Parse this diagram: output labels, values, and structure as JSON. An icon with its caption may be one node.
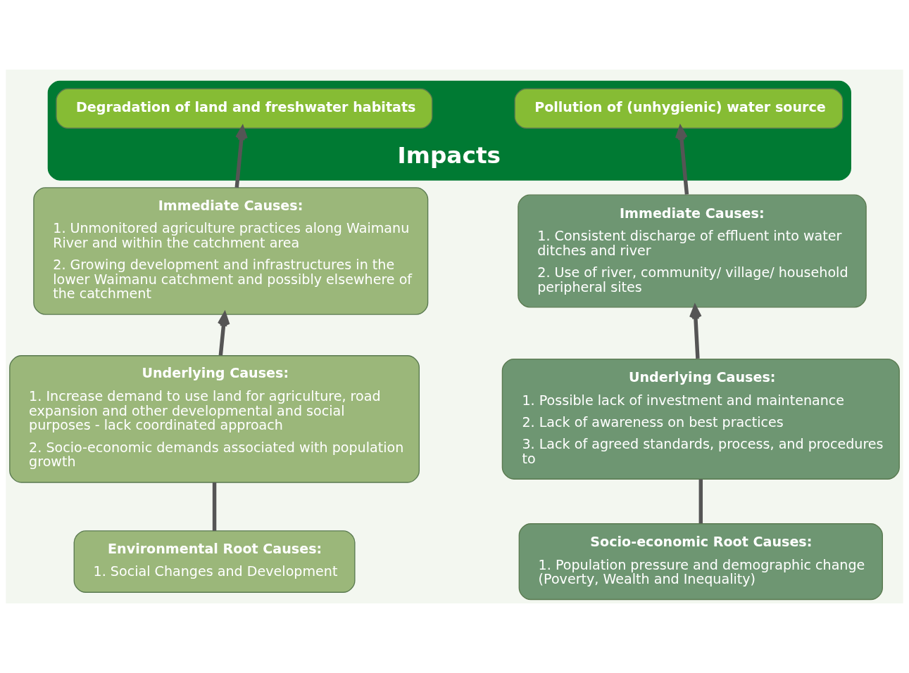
{
  "diagram": {
    "nodes": [
      {
        "text": [
          "Impacts"
        ]
      },
      {
        "text": [
          "Degradation of land and freshwater habitats"
        ],
        "in": 0
      },
      {
        "text": [
          "Pollution of (unhygienic) water source"
        ],
        "in": 0
      },
      {
        "text": [
          "Immediate Causes:",
          "1. Unmonitored agriculture practices along Waimanu River and within the catchment area",
          "2. Growing development and infrastructures in the lower Waimanu catchment and possibly elsewhere of the catchment"
        ]
      },
      {
        "text": [
          "Immediate Causes:",
          "1. Consistent discharge of effluent into water ditches and river",
          "2. Use of river, community/ village/ household peripheral sites"
        ]
      },
      {
        "text": [
          "Underlying Causes:",
          "1. Increase demand to use land for agriculture, road expansion and other developmental and social purposes - lack coordinated approach",
          "2. Socio-economic demands associated with population growth"
        ]
      },
      {
        "text": [
          "Underlying Causes:",
          "1. Possible lack of investment and maintenance",
          "2. Lack of awareness on best practices",
          "3. Lack of agreed standards, process, and procedures to"
        ]
      },
      {
        "text": [
          "Environmental Root Causes:",
          "1. Social Changes and Development"
        ]
      },
      {
        "text": [
          "Socio-economic Root Causes:",
          "1. Population pressure and demographic change (Poverty, Wealth and Inequality)"
        ]
      }
    ],
    "edges": [
      {
        "from": 3,
        "to": 1,
        "arrow": "to"
      },
      {
        "from": 5,
        "to": 3,
        "arrow": "to"
      },
      {
        "from": 7,
        "to": 5,
        "arrow": "none"
      },
      {
        "from": 4,
        "to": 2,
        "arrow": "to"
      },
      {
        "from": 6,
        "to": 4,
        "arrow": "to"
      },
      {
        "from": 8,
        "to": 6,
        "arrow": "none"
      }
    ]
  }
}
